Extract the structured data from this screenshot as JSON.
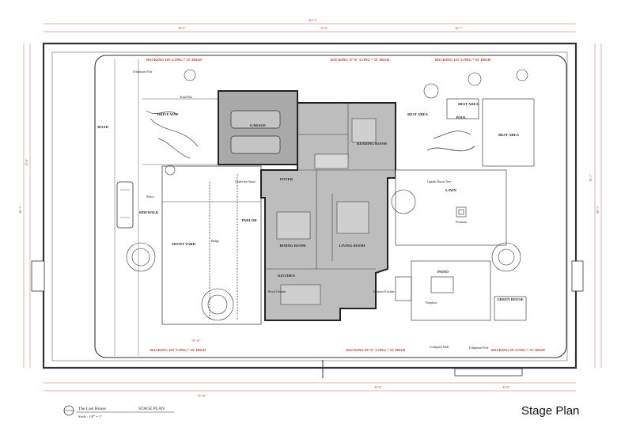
{
  "caption": "Stage Plan",
  "title_block": {
    "project": "The Last House",
    "drawing": "STAGE PLAN",
    "scale_label": "Scale : 1/8\" = 1'"
  },
  "rooms": {
    "garage": "GARAGE",
    "foyer": "FOYER",
    "dining_room": "DINING ROOM",
    "living_room": "LIVING ROOM",
    "reading_room": "READING ROOM",
    "kitchen": "KITCHEN",
    "parlor": "PARLOR",
    "front_yard": "FRONT YARD",
    "driveway": "DRIVE WAY",
    "lawn": "LAWN",
    "patio": "PATIO",
    "pool": "POOL",
    "rest_area_1": "REST AREA",
    "rest_area_2": "REST AREA",
    "rest_area_3": "REST AREA",
    "green_house": "GREEN HOUSE",
    "sidewalk": "SIDEWALK",
    "road": "ROAD"
  },
  "labels": {
    "telephone_pole_1": "Telephone Pole",
    "telephone_pole_2": "Telephone Pole",
    "trash_bin": "Trash Bin",
    "fountain": "Fountain",
    "fireplace": "Fireplace",
    "outdoor_kitchen": "Outdoor Kitchen",
    "collapsed_wall": "Collapsed Wall",
    "hedge": "Hedge",
    "fence": "Fence",
    "under_stairs": "Under the Stairs",
    "upside_down_tree": "Upside Down Tree",
    "wood_cabinet": "Wood Cabinet"
  },
  "backings": {
    "top_left": "BACKING 118' LONG * 35' HIGH",
    "top_middle": "BACKING 37'-6\" LONG * 35' HIGH",
    "top_right": "BACKING 125' LONG * 35' HIGH",
    "bottom_left": "BACKING 102' LONG * 35' HIGH",
    "bottom_middle": "BACKING 49'-8\" LONG * 35' HIGH",
    "bottom_right": "BACKING 58' LONG * 35' HIGH"
  },
  "dimensions": {
    "overall_width": "261'-3\"",
    "top_left": "58'-6\"",
    "top_middle": "55'-6\"",
    "top_right": "46'-7\"",
    "bottom_left": "75'-10\"",
    "bottom_right": "44'-8\"",
    "left_height": "98'-1\"",
    "right_height": "98'-1\"",
    "left_partial": "35'-8\"",
    "right_partial": "38'-1\"",
    "interior_width": "55'-10\"",
    "bottom_mid": "45'-8\""
  },
  "colors": {
    "ink": "#333333",
    "building_fill": "#b8b8b8",
    "garage_fill": "#a9a9a9",
    "dimension_red": "#c0392b"
  }
}
